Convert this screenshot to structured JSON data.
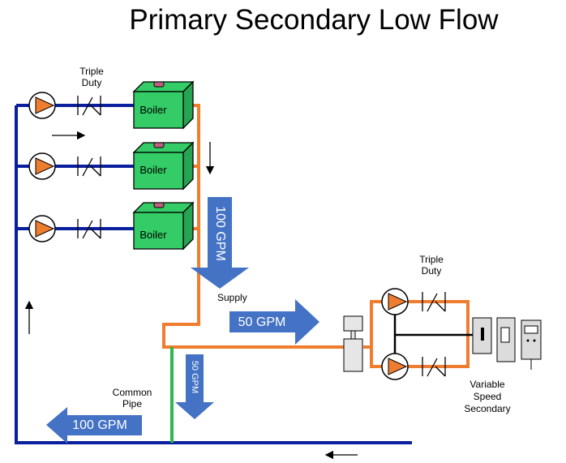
{
  "title": "Primary Secondary Low Flow",
  "labels": {
    "triple_duty_top_line1": "Triple",
    "triple_duty_top_line2": "Duty",
    "triple_duty_right_line1": "Triple",
    "triple_duty_right_line2": "Duty",
    "supply": "Supply",
    "common_pipe_line1": "Common",
    "common_pipe_line2": "Pipe",
    "vss_line1": "Variable",
    "vss_line2": "Speed",
    "vss_line3": "Secondary"
  },
  "boilers": [
    {
      "label": "Boiler"
    },
    {
      "label": "Boiler"
    },
    {
      "label": "Boiler"
    }
  ],
  "flows": {
    "down_main": "100 GPM",
    "supply": "50 GPM",
    "common_down": "50 GPM",
    "return_left": "100 GPM"
  },
  "colors": {
    "primary_pipe": "#0a1f9e",
    "secondary_pipe": "#ef7d2f",
    "common_pipe": "#2db84a",
    "flow_arrow": "#4472c4",
    "pump": "#ef7d2f",
    "boiler": "#33cc66"
  }
}
